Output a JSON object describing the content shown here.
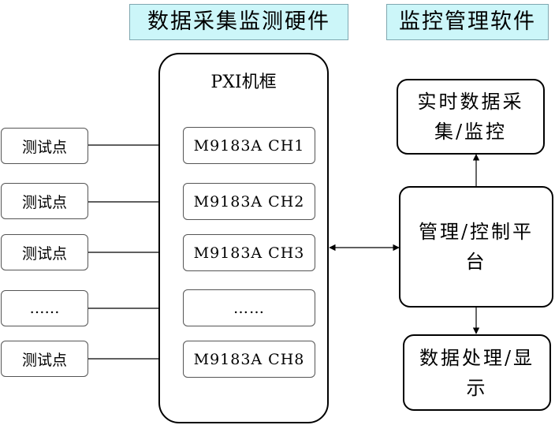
{
  "headers": {
    "hardware": "数据采集监测硬件",
    "software": "监控管理软件"
  },
  "chassis": {
    "title": "PXI机框"
  },
  "test_points": [
    "测试点",
    "测试点",
    "测试点",
    "……",
    "测试点"
  ],
  "channels": [
    "M9183A CH1",
    "M9183A CH2",
    "M9183A CH3",
    "……",
    "M9183A CH8"
  ],
  "software_blocks": {
    "realtime": "实时数据采集/监控",
    "platform": "管理/控制平台",
    "processing": "数据处理/显示"
  }
}
